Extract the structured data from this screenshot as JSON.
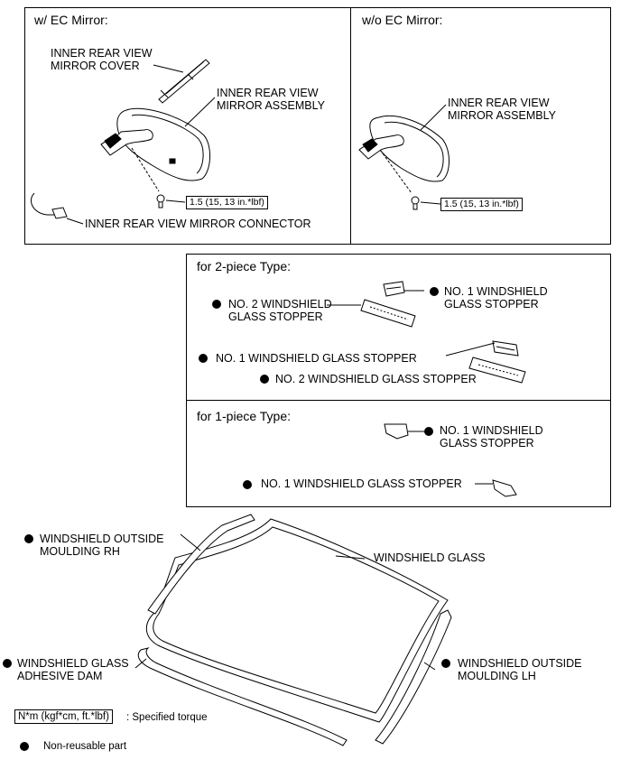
{
  "panel_ec": {
    "title": "w/ EC Mirror:",
    "cover_l1": "INNER REAR VIEW",
    "cover_l2": "MIRROR COVER",
    "assy_l1": "INNER REAR VIEW",
    "assy_l2": "MIRROR ASSEMBLY",
    "torque": "1.5 (15, 13 in.*lbf)",
    "connector": "INNER REAR VIEW MIRROR CONNECTOR"
  },
  "panel_no_ec": {
    "title": "w/o EC Mirror:",
    "assy_l1": "INNER REAR VIEW",
    "assy_l2": "MIRROR ASSEMBLY",
    "torque": "1.5 (15, 13 in.*lbf)"
  },
  "two_piece": {
    "title": "for 2-piece Type:",
    "no2_l1": "NO. 2 WINDSHIELD",
    "no2_l2": "GLASS STOPPER",
    "no1_l1": "NO. 1 WINDSHIELD",
    "no1_l2": "GLASS STOPPER",
    "no1_single": "NO. 1 WINDSHIELD GLASS STOPPER",
    "no2_single": "NO. 2 WINDSHIELD GLASS STOPPER"
  },
  "one_piece": {
    "title": "for 1-piece Type:",
    "no1_l1": "NO. 1 WINDSHIELD",
    "no1_l2": "GLASS STOPPER",
    "no1_single": "NO. 1 WINDSHIELD GLASS STOPPER"
  },
  "windshield": {
    "moulding_rh_l1": "WINDSHIELD OUTSIDE",
    "moulding_rh_l2": "MOULDING RH",
    "glass": "WINDSHIELD GLASS",
    "dam_l1": "WINDSHIELD GLASS",
    "dam_l2": "ADHESIVE DAM",
    "moulding_lh_l1": "WINDSHIELD OUTSIDE",
    "moulding_lh_l2": "MOULDING LH"
  },
  "legend": {
    "torque_box": "N*m (kgf*cm, ft.*lbf)",
    "torque_desc": ": Specified torque",
    "nonreusable": "Non-reusable part"
  }
}
